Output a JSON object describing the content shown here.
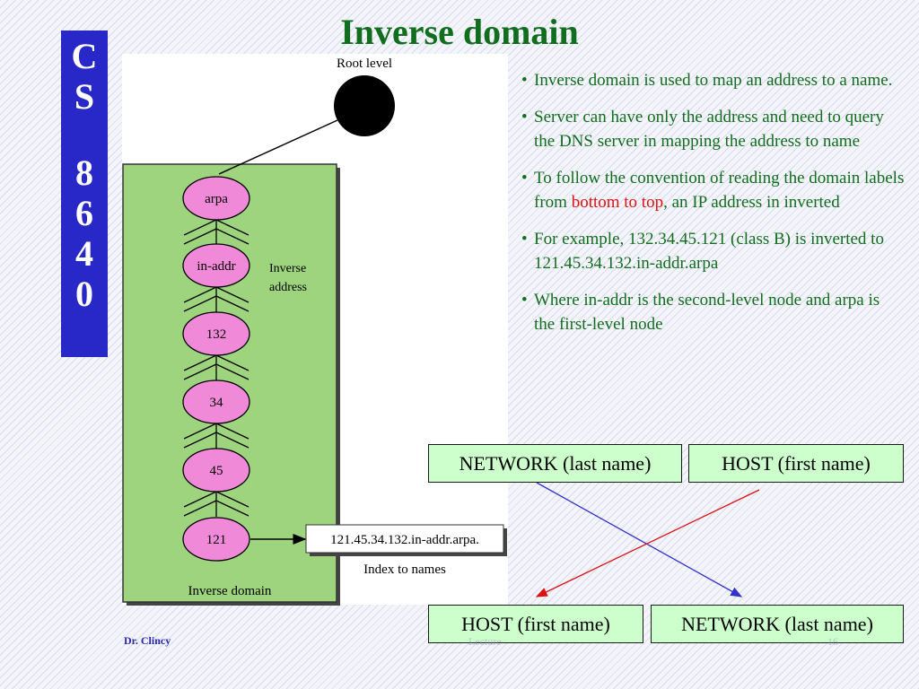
{
  "title": "Inverse domain",
  "course": [
    "C",
    "S",
    "8",
    "6",
    "4",
    "0"
  ],
  "diagram": {
    "root_label": "Root level",
    "nodes": [
      "arpa",
      "in-addr",
      "132",
      "34",
      "45",
      "121"
    ],
    "inverse_address_label": [
      "Inverse",
      "address"
    ],
    "result": "121.45.34.132.in-addr.arpa.",
    "index_label": "Index to names",
    "domain_label": "Inverse domain",
    "colors": {
      "box_fill": "#9ed47e",
      "node_fill": "#f08ad8",
      "root_fill": "#000000"
    }
  },
  "bullets": {
    "b1": "Inverse domain is used to map an address to a name.",
    "b2": "Server can have only the address and need to query the DNS server in mapping the address to name",
    "b3": {
      "before": "To follow the convention of reading the domain labels from ",
      "highlight": "bottom to top",
      "after": ", an IP address in inverted"
    },
    "b4": "For example, 132.34.45.121 (class B) is inverted to 121.45.34.132.in-addr.arpa",
    "b5": "Where in-addr is the second-level node and arpa is the first-level node"
  },
  "mapping": {
    "top_left": "NETWORK (last name)",
    "top_right": "HOST (first name)",
    "bottom_left": "HOST (first name)",
    "bottom_right": "NETWORK (last name)",
    "colors": {
      "network_arrow": "#3333cc",
      "host_arrow": "#dd1111",
      "box_fill": "#ccffcc"
    }
  },
  "footer": {
    "author": "Dr. Clincy",
    "center": "Lecture",
    "page": "16"
  },
  "colors": {
    "title": "#116e1e",
    "course_bar": "#2828c8",
    "text": "#116e1e",
    "highlight": "#e01010"
  }
}
